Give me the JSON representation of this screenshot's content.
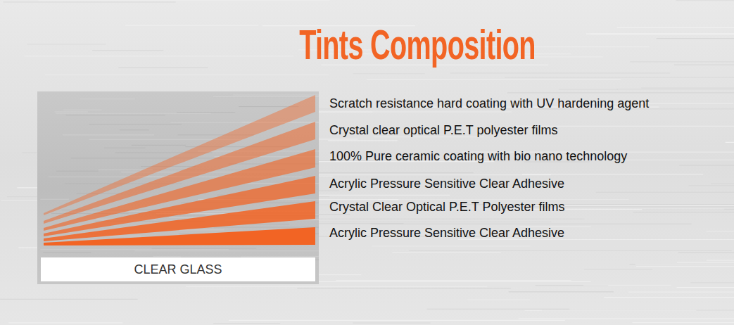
{
  "diagram": {
    "title": "Tints Composition",
    "nodes": [
      {
        "text": [
          "CLEAR GLASS"
        ]
      }
    ],
    "labels": [
      "Scratch resistance hard coating with UV hardening agent",
      "Crystal clear optical P.E.T polyester films",
      "100% Pure ceramic coating with bio nano technology",
      "Acrylic Pressure Sensitive Clear Adhesive",
      "Crystal Clear Optical P.E.T Polyester films",
      "Acrylic Pressure Sensitive Clear Adhesive"
    ]
  }
}
